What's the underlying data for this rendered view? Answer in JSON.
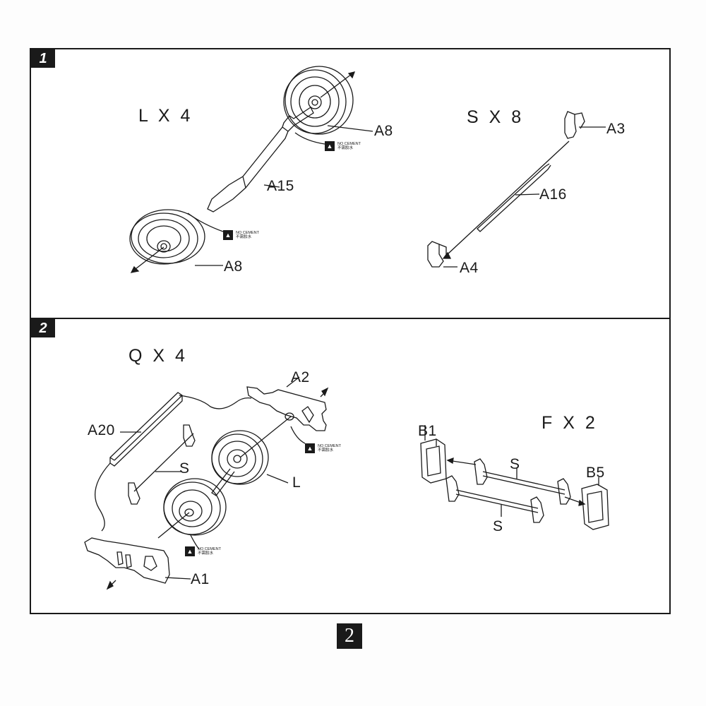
{
  "steps": [
    {
      "number": "1",
      "assemblies": [
        {
          "quantity": "L X 4",
          "parts": [
            "A8",
            "A15",
            "A8"
          ],
          "notes": [
            {
              "icon": "no-cement-icon",
              "text": "NO CEMENT",
              "text_cn": "不需胶水"
            },
            {
              "icon": "no-cement-icon",
              "text": "NO CEMENT",
              "text_cn": "不需胶水"
            }
          ]
        },
        {
          "quantity": "S X 8",
          "parts": [
            "A3",
            "A16",
            "A4"
          ]
        }
      ]
    },
    {
      "number": "2",
      "assemblies": [
        {
          "quantity": "Q X 4",
          "parts": [
            "A2",
            "A20",
            "S",
            "L",
            "A1"
          ],
          "notes": [
            {
              "icon": "no-cement-icon",
              "text": "NO CEMENT",
              "text_cn": "不需胶水"
            },
            {
              "icon": "no-cement-icon",
              "text": "NO CEMENT",
              "text_cn": "不需胶水"
            }
          ]
        },
        {
          "quantity": "F X 2",
          "parts": [
            "B1",
            "S",
            "B5",
            "S"
          ]
        }
      ]
    }
  ],
  "page_number": "2"
}
